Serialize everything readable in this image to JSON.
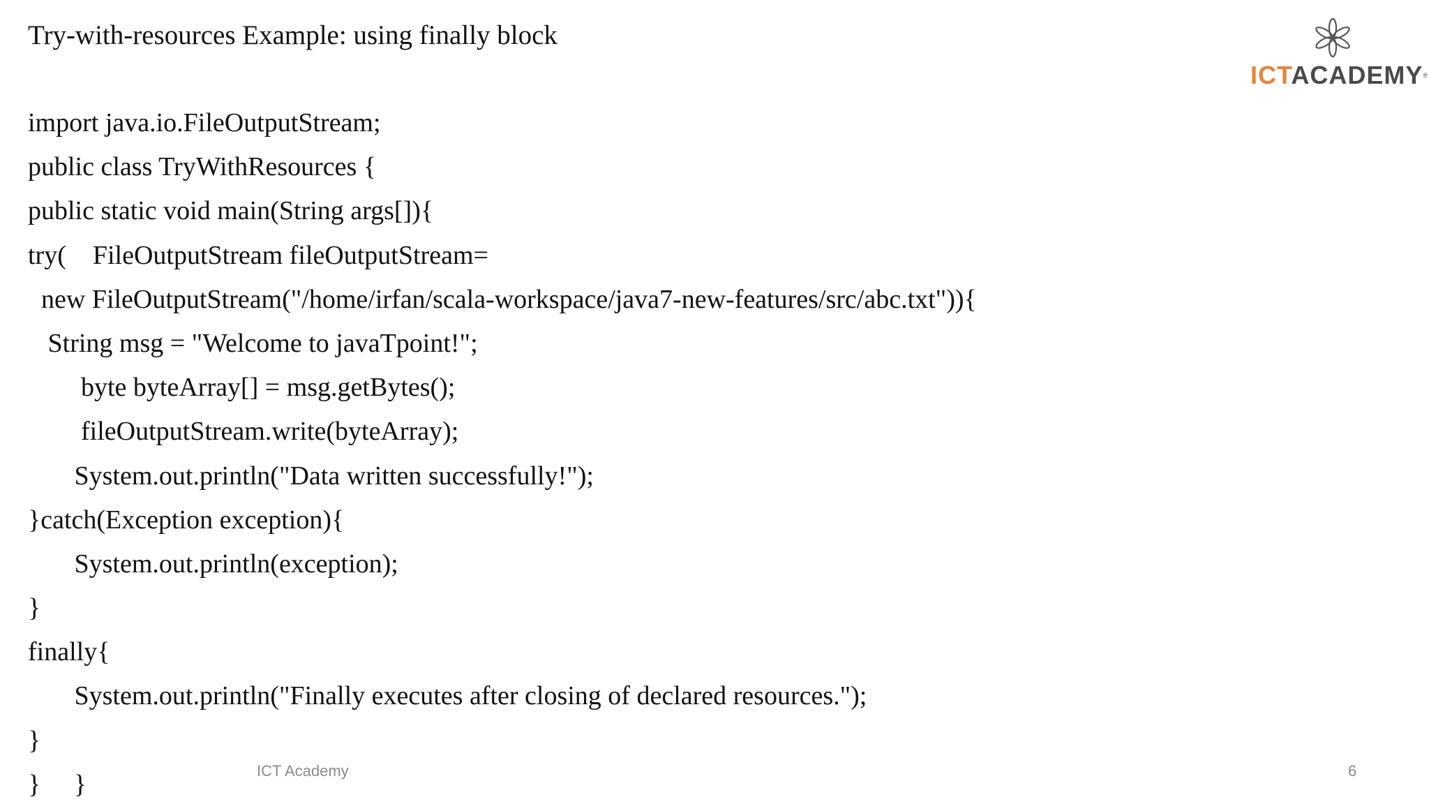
{
  "slide": {
    "title": "Try-with-resources Example: using finally block",
    "logo": {
      "brand_accent": "ICT",
      "brand_rest": "ACADEMY",
      "registered_mark": "®",
      "accent_color": "#E8843C",
      "text_color": "#4A4A4A",
      "icon": "leaf-ornament-icon"
    },
    "code_lines": [
      "import java.io.FileOutputStream;",
      "public class TryWithResources {",
      "public static void main(String args[]){",
      "try(    FileOutputStream fileOutputStream=",
      "  new FileOutputStream(\"/home/irfan/scala-workspace/java7-new-features/src/abc.txt\")){",
      "   String msg = \"Welcome to javaTpoint!\";",
      "        byte byteArray[] = msg.getBytes();",
      "        fileOutputStream.write(byteArray);",
      "       System.out.println(\"Data written successfully!\");",
      "}catch(Exception exception){",
      "       System.out.println(exception);",
      "}",
      "finally{",
      "       System.out.println(\"Finally executes after closing of declared resources.\");",
      "}",
      "}     }"
    ],
    "footer": {
      "text": "ICT Academy",
      "page_number": "6"
    }
  }
}
